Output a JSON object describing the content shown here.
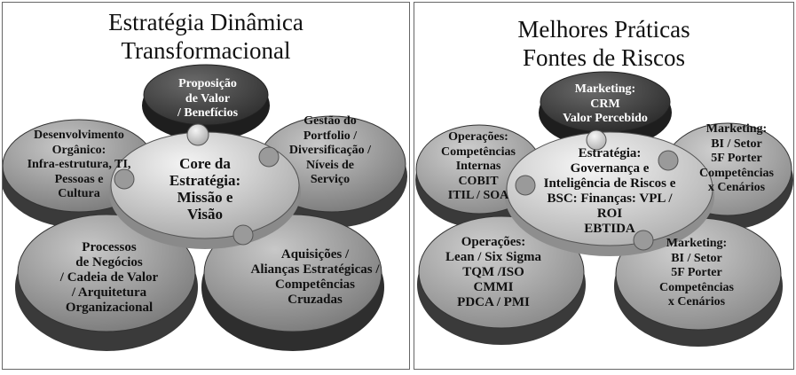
{
  "left": {
    "title": [
      "Estratégia Dinâmica",
      "Transformacional"
    ],
    "center": [
      "Core da",
      "Estratégia:",
      "Missão e",
      "Visão"
    ],
    "petals": {
      "top": [
        "Proposição",
        "de Valor",
        "/ Benefícios"
      ],
      "upper_left": [
        "Desenvolvimento",
        "Orgânico:",
        "Infra-estrutura, TI,",
        "Pessoas e",
        "Cultura"
      ],
      "upper_right": [
        "Gestão do",
        "Portfolio /",
        "Diversificação /",
        "Níveis de",
        "Serviço"
      ],
      "lower_left": [
        "Processos",
        "de Negócios",
        "/ Cadeia de Valor",
        "/ Arquitetura",
        "Organizacional"
      ],
      "lower_right": [
        "Aquisições /",
        "Alianças Estratégicas /",
        "Competências",
        "Cruzadas"
      ]
    }
  },
  "right": {
    "title": [
      "Melhores Práticas",
      "Fontes de Riscos"
    ],
    "center": [
      "Estratégia:",
      "Governança e",
      "Inteligência de Riscos e",
      "BSC: Finanças: VPL /",
      "ROI",
      "EBTIDA"
    ],
    "petals": {
      "top": [
        "Marketing:",
        "CRM",
        "Valor Percebido"
      ],
      "upper_left": [
        "Operações:",
        "Competências",
        "Internas",
        "COBIT",
        "ITIL / SOA"
      ],
      "upper_right": [
        "Marketing:",
        "BI / Setor",
        "5F Porter",
        "Competências",
        "x Cenários"
      ],
      "lower_left": [
        "Operações:",
        "Lean / Six Sigma",
        "TQM /ISO",
        "CMMI",
        "PDCA / PMI"
      ],
      "lower_right": [
        "Marketing:",
        "BI / Setor",
        "5F Porter",
        "Competências",
        "x Cenários"
      ]
    }
  }
}
